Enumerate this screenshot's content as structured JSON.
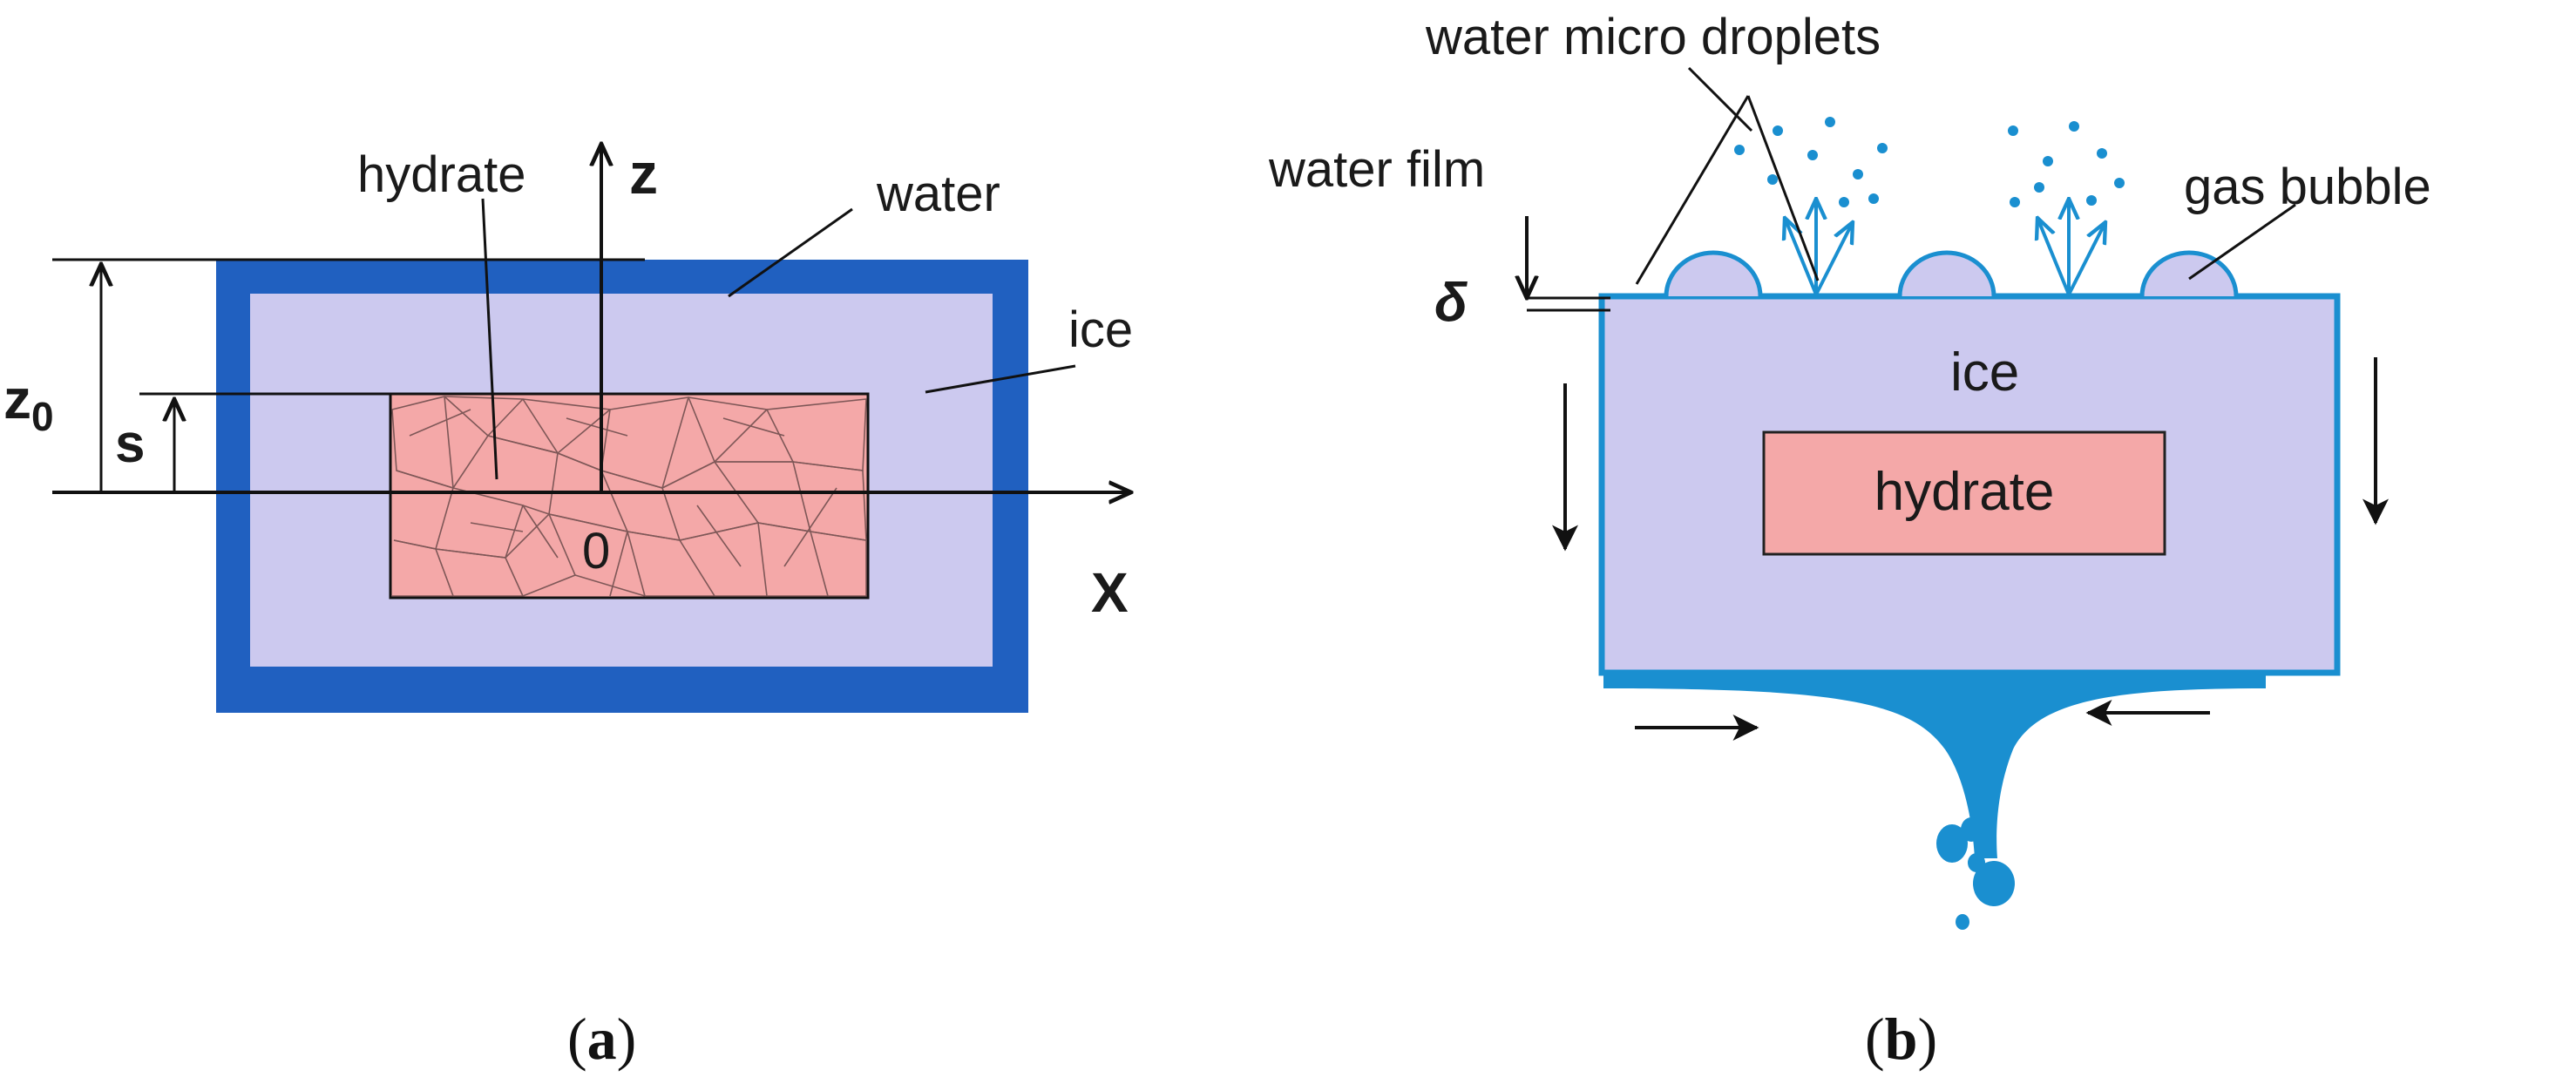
{
  "panel_a": {
    "caption": "(a)",
    "caption_letter": "a",
    "labels": {
      "hydrate": "hydrate",
      "water": "water",
      "ice": "ice",
      "z_axis": "z",
      "x_axis": "X",
      "origin": "0",
      "z0_main": "z",
      "z0_sub": "0",
      "s": "s"
    }
  },
  "panel_b": {
    "caption": "(b)",
    "caption_letter": "b",
    "labels": {
      "water_micro_droplets": "water micro droplets",
      "water_film": "water film",
      "gas_bubble": "gas bubble",
      "delta": "δ",
      "ice": "ice",
      "hydrate": "hydrate"
    }
  },
  "colors": {
    "water_dark": "#2060c0",
    "water_light": "#1a8fd0",
    "ice": "#ccc9ef",
    "hydrate": "#f4a8a8",
    "hydrate_mesh": "#6a4a4a",
    "text": "#1a1a1a"
  }
}
